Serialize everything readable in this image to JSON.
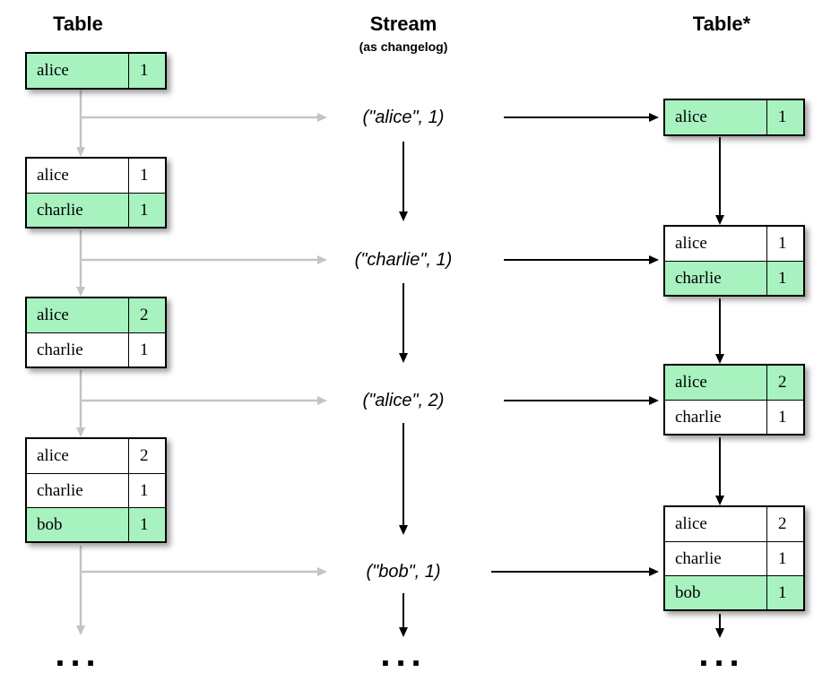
{
  "headers": {
    "left": "Table",
    "middle": "Stream",
    "middle_sub": "(as changelog)",
    "right": "Table*"
  },
  "colors": {
    "highlight_green": "#a8f2c0",
    "gray_arrow": "#c4c4c4",
    "black": "#000000"
  },
  "left_tables": [
    {
      "rows": [
        {
          "key": "alice",
          "value": "1",
          "highlight": true
        }
      ]
    },
    {
      "rows": [
        {
          "key": "alice",
          "value": "1",
          "highlight": false
        },
        {
          "key": "charlie",
          "value": "1",
          "highlight": true
        }
      ]
    },
    {
      "rows": [
        {
          "key": "alice",
          "value": "2",
          "highlight": true
        },
        {
          "key": "charlie",
          "value": "1",
          "highlight": false
        }
      ]
    },
    {
      "rows": [
        {
          "key": "alice",
          "value": "2",
          "highlight": false
        },
        {
          "key": "charlie",
          "value": "1",
          "highlight": false
        },
        {
          "key": "bob",
          "value": "1",
          "highlight": true
        }
      ]
    }
  ],
  "stream_events": [
    "(\"alice\", 1)",
    "(\"charlie\", 1)",
    "(\"alice\", 2)",
    "(\"bob\", 1)"
  ],
  "right_tables": [
    {
      "rows": [
        {
          "key": "alice",
          "value": "1",
          "highlight": true
        }
      ]
    },
    {
      "rows": [
        {
          "key": "alice",
          "value": "1",
          "highlight": false
        },
        {
          "key": "charlie",
          "value": "1",
          "highlight": true
        }
      ]
    },
    {
      "rows": [
        {
          "key": "alice",
          "value": "2",
          "highlight": true
        },
        {
          "key": "charlie",
          "value": "1",
          "highlight": false
        }
      ]
    },
    {
      "rows": [
        {
          "key": "alice",
          "value": "2",
          "highlight": false
        },
        {
          "key": "charlie",
          "value": "1",
          "highlight": false
        },
        {
          "key": "bob",
          "value": "1",
          "highlight": true
        }
      ]
    }
  ],
  "ellipsis": "..."
}
